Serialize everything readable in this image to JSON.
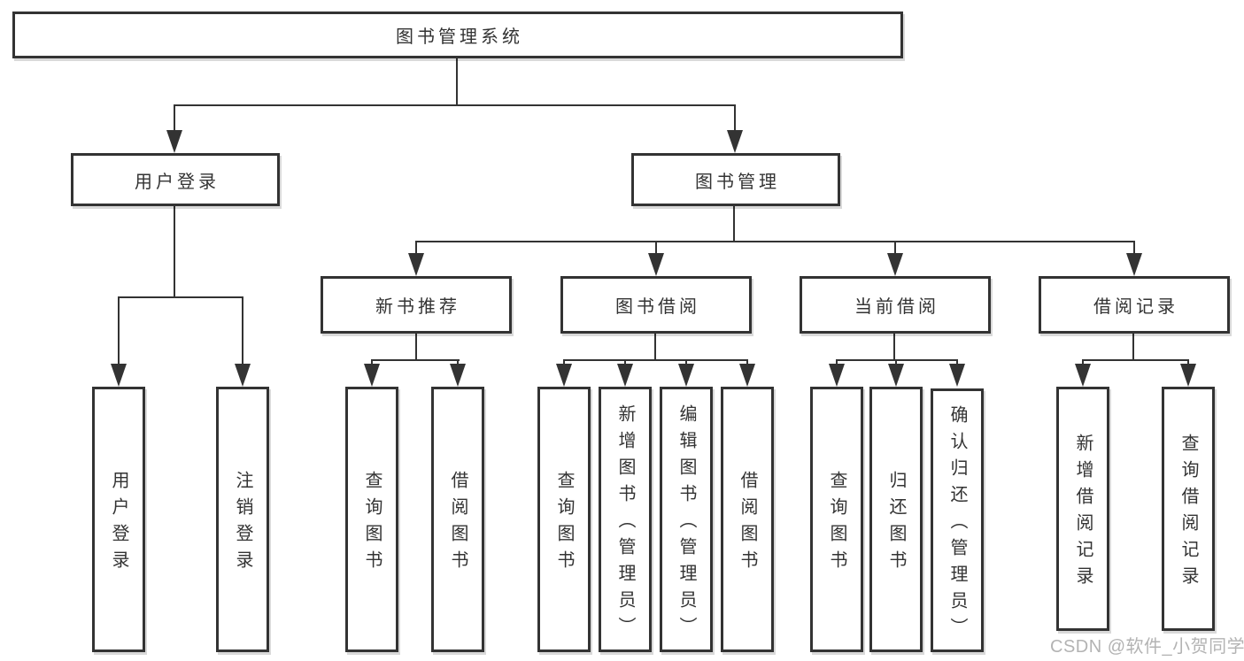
{
  "tree": {
    "root": {
      "label": "图书管理系统",
      "children": [
        {
          "label": "用户登录",
          "children": [
            {
              "label": "用户登录"
            },
            {
              "label": "注销登录"
            }
          ]
        },
        {
          "label": "图书管理",
          "children": [
            {
              "label": "新书推荐",
              "children": [
                {
                  "label": "查询图书"
                },
                {
                  "label": "借阅图书"
                }
              ]
            },
            {
              "label": "图书借阅",
              "children": [
                {
                  "label": "查询图书"
                },
                {
                  "label": "新增图书（管理员）"
                },
                {
                  "label": "编辑图书（管理员）"
                },
                {
                  "label": "借阅图书"
                }
              ]
            },
            {
              "label": "当前借阅",
              "children": [
                {
                  "label": "查询图书"
                },
                {
                  "label": "归还图书"
                },
                {
                  "label": "确认归还（管理员）"
                }
              ]
            },
            {
              "label": "借阅记录",
              "children": [
                {
                  "label": "新增借阅记录"
                },
                {
                  "label": "查询借阅记录"
                }
              ]
            }
          ]
        }
      ]
    }
  },
  "watermark": {
    "text": "CSDN @软件_小贺同学"
  },
  "colors": {
    "line": "#333333",
    "text": "#333333",
    "watermark": "#b3b3b3"
  }
}
